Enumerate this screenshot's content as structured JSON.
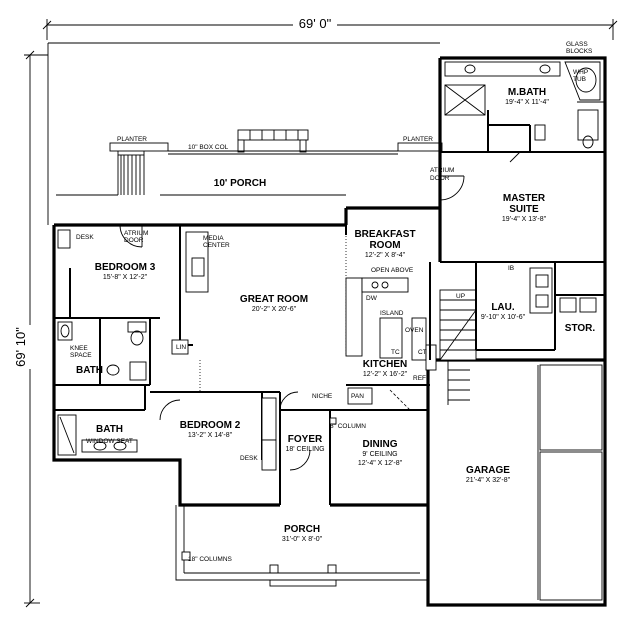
{
  "dimensions": {
    "width": "69' 0\"",
    "depth": "69' 10\""
  },
  "rooms": {
    "m_bath": {
      "name": "M.BATH",
      "size": "19'-4\" X 11'-4\""
    },
    "master_suite": {
      "name_l1": "MASTER",
      "name_l2": "SUITE",
      "size": "19'-4\" X 13'-8\""
    },
    "porch_rear": {
      "name": "10' PORCH"
    },
    "breakfast": {
      "name_l1": "BREAKFAST",
      "name_l2": "ROOM",
      "size": "12'-2\" X 8'-4\""
    },
    "bedroom3": {
      "name": "BEDROOM 3",
      "size": "15'-8\" X 12'-2\""
    },
    "great_room": {
      "name": "GREAT ROOM",
      "size": "20'-2\" X 20'-6\""
    },
    "lau": {
      "name": "LAU.",
      "size": "9'-10\" X 10'-6\""
    },
    "stor": {
      "name": "STOR."
    },
    "kitchen": {
      "name": "KITCHEN",
      "size": "12'-2\" X 16'-2\""
    },
    "bath_upper": {
      "name": "BATH"
    },
    "bath_lower": {
      "name": "BATH"
    },
    "bedroom2": {
      "name": "BEDROOM 2",
      "size": "13'-2\" X 14'-8\""
    },
    "foyer": {
      "name": "FOYER",
      "ceiling": "18' CEILING"
    },
    "dining": {
      "name": "DINING",
      "ceiling": "9' CEILING",
      "size": "12'-4\" X 12'-8\""
    },
    "garage": {
      "name": "GARAGE",
      "size": "21'-4\" X 32'-8\""
    },
    "porch_front": {
      "name": "PORCH",
      "size": "31'-0\" X 8'-0\""
    }
  },
  "notes": {
    "glass_blocks_l1": "GLASS",
    "glass_blocks_l2": "BLOCKS",
    "whp_tub_l1": "WHP",
    "whp_tub_l2": "TUB",
    "planter_left": "PLANTER",
    "planter_right": "PLANTER",
    "box_col": "10\" BOX COL",
    "atrium_master_l1": "ATRIUM",
    "atrium_master_l2": "DOOR",
    "desk_bed3": "DESK",
    "atrium_bed3_l1": "ATRIUM",
    "atrium_bed3_l2": "DOOR",
    "media_center_l1": "MEDIA",
    "media_center_l2": "CENTER",
    "open_above": "OPEN ABOVE",
    "dw": "DW",
    "island": "ISLAND",
    "oven": "OVEN",
    "ct": "CT",
    "tc": "TC",
    "ref": "REF",
    "pan": "PAN",
    "niche": "NICHE",
    "column": "8\" COLUMN",
    "up": "UP",
    "ib": "IB",
    "lin": "LIN",
    "knee_space_l1": "KNEE",
    "knee_space_l2": "SPACE",
    "window_seat": "WINDOW SEAT",
    "desk_bed2": "DESK",
    "columns_front": "18\" COLUMNS"
  }
}
